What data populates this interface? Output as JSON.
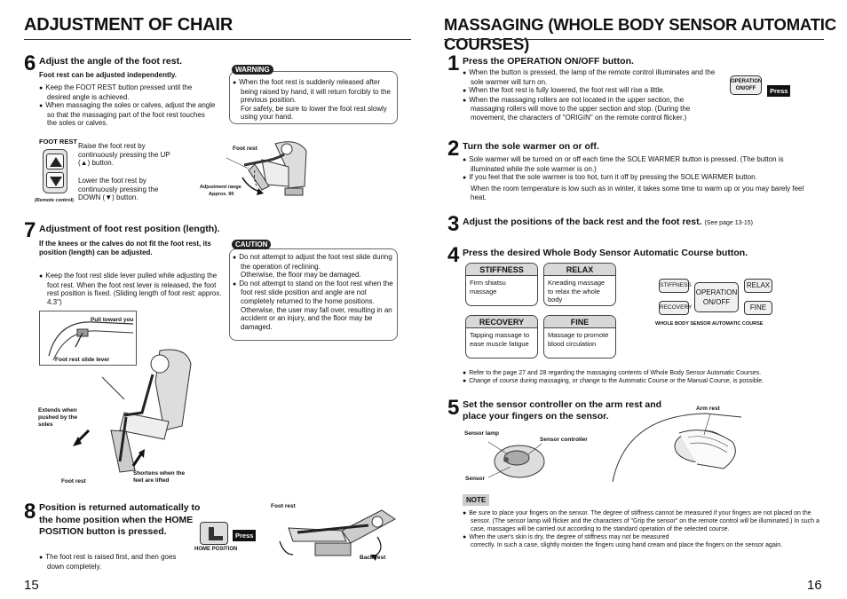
{
  "left_title": "ADJUSTMENT OF CHAIR",
  "right_title": "MASSAGING (WHOLE BODY SENSOR AUTOMATIC COURSES)",
  "page_left": "15",
  "page_right": "16",
  "s6": {
    "num": "6",
    "head": "Adjust the angle of the foot rest.",
    "sub": "Foot rest can be adjusted independently.",
    "b1": "Keep the FOOT REST button pressed until the desired angle is achieved.",
    "b2": "When massaging the soles or calves, adjust the angle so that the massaging part of the foot rest touches the soles or calves.",
    "warning_label": "WARNING",
    "warning_b1": "When the foot rest is suddenly released after being raised by hand, it will return forcibly to the previous position.",
    "warning_b2": "For safety, be sure to lower the foot rest slowly using your hand.",
    "remote_label": "FOOT REST",
    "remote_caption": "(Remote control)",
    "raise_text": "Raise the foot rest by continuously pressing the UP (▲) button.",
    "lower_text": "Lower the foot rest by continuously pressing the DOWN (▼) button.",
    "fig_foot_rest": "Foot rest",
    "fig_range": "Adjustment range",
    "fig_approx": "Approx. 90"
  },
  "s7": {
    "num": "7",
    "head": "Adjustment of foot rest position (length).",
    "sub": "If the knees or the calves do not fit the foot rest, its position (length) can be adjusted.",
    "b1": "Keep the foot rest slide lever pulled while adjusting the foot rest. When the foot rest lever is released, the foot rest position is fixed. (Sliding length of foot rest: approx. 4.3\")",
    "caution_label": "CAUTION",
    "c1": "Do not attempt to adjust the foot rest slide during the operation of reclining.",
    "c1b": "Otherwise, the floor may be damaged.",
    "c2": "Do not attempt to stand on the foot rest when the foot rest slide position and angle are not completely returned to the home positions.",
    "c2b": "Otherwise, the user may fall over, resulting in an accident or an injury, and the floor may be damaged.",
    "fig_pull": "Pull toward you",
    "fig_lever": "Foot rest slide lever",
    "fig_extends": "Extends when pushed by the soles",
    "fig_foot_rest": "Foot rest",
    "fig_shortens": "Shortens when the feet are lifted"
  },
  "s8": {
    "num": "8",
    "head": "Position is returned automatically to the home position when the HOME POSITION button is pressed.",
    "b1": "The foot rest is raised first, and then goes down completely.",
    "press": "Press",
    "home_label": "HOME POSITION",
    "fig_foot_rest": "Foot rest",
    "fig_back_rest": "Back rest"
  },
  "r1": {
    "num": "1",
    "head": "Press the OPERATION ON/OFF button.",
    "b1": "When the button is pressed, the lamp of the remote control illuminates and the sole warmer will turn on.",
    "b2": "When the foot rest is fully lowered, the foot rest will rise a little.",
    "b3": "When the massaging rollers are not located in the upper section, the massaging rollers will move to the upper section and stop. (During the movement, the characters of \"ORIGIN\" on the remote control flicker.)",
    "btn_label1": "OPERATION",
    "btn_label2": "ON/OFF",
    "press": "Press"
  },
  "r2": {
    "num": "2",
    "head": "Turn the sole warmer on or off.",
    "b1": "Sole warmer will be turned on or off each time the SOLE WARMER button is pressed. (The button is illuminated while the sole warmer is on.)",
    "b2": "If you feel that the sole warmer is too hot, turn it off by pressing the SOLE WARMER button.",
    "p": "When the room temperature is low such as in winter, it takes some time to warm up or you may barely feel heat."
  },
  "r3": {
    "num": "3",
    "head": "Adjust the positions of the back rest and the foot rest.",
    "ref": "(See page 13-15)"
  },
  "r4": {
    "num": "4",
    "head": "Press the desired Whole Body Sensor Automatic Course button.",
    "courses": [
      {
        "name": "STIFFNESS",
        "desc": "Firm shiatsu massage"
      },
      {
        "name": "RELAX",
        "desc": "Kneading massage to relax the whole body"
      },
      {
        "name": "RECOVERY",
        "desc": "Tapping massage to ease muscle fatigue"
      },
      {
        "name": "FINE",
        "desc": "Massage to promote blood circulation"
      }
    ],
    "panel": {
      "stiffness": "STIFFNESS",
      "recovery": "RECOVERY",
      "op1": "OPERATION",
      "op2": "ON/OFF",
      "relax": "RELAX",
      "fine": "FINE",
      "caption": "WHOLE BODY SENSOR AUTOMATIC COURSE"
    },
    "b1": "Refer to the page 27 and 28 regarding the massaging contents of Whole Body Sensor Automatic Courses.",
    "b2": "Change of course during massaging, or change to the Automatic Course or the Manual Course, is possible."
  },
  "r5": {
    "num": "5",
    "head": "Set the sensor controller on the arm rest and place your fingers on the sensor.",
    "fig_lamp": "Sensor lamp",
    "fig_controller": "Sensor controller",
    "fig_sensor": "Sensor",
    "fig_arm_rest": "Arm rest",
    "note_label": "NOTE",
    "n1": "Be sure to place your fingers on the sensor. The degree of stiffness cannot be measured if your fingers are not placed on the sensor. (The sensor lamp will flicker and the characters of \"Grip the sensor\" on the remote control will be illuminated.) In such a case, massages will be carried out according to the standard operation of the selected course.",
    "n2": "When the user's skin is dry, the degree of stiffness may not be measured",
    "n2b": "correctly. In such a case, slightly moisten the fingers using hand cream and place the fingers on the sensor again."
  },
  "colors": {
    "ink": "#111111",
    "tag": "#222222",
    "header_fill": "#d8d8d8"
  }
}
